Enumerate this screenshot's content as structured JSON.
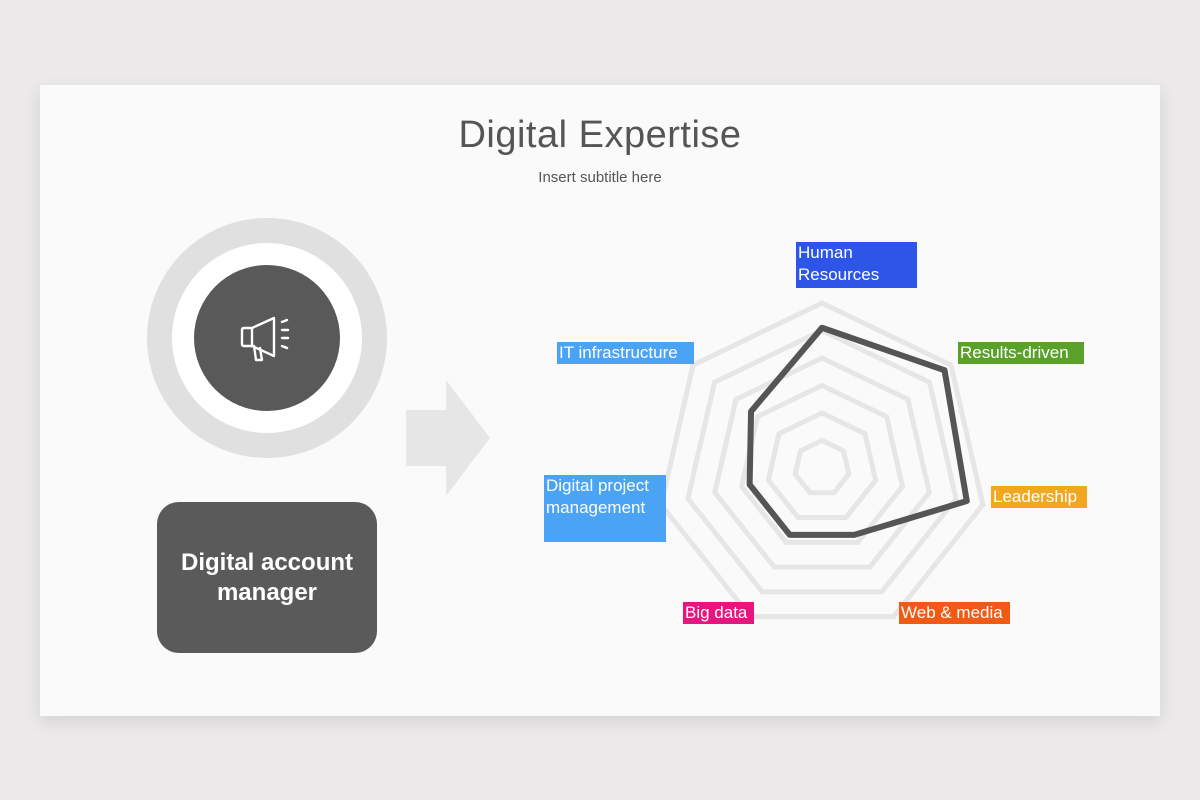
{
  "slide": {
    "title": "Digital Expertise",
    "subtitle": "Insert subtitle here",
    "role_label": "Digital account\nmanager",
    "icon": "megaphone-icon"
  },
  "colors": {
    "human_resources": "#2d55e8",
    "results_driven": "#5aa12a",
    "leadership": "#f0a820",
    "web_media": "#f05a14",
    "big_data": "#e8157e",
    "digital_project": "#4aa3f5",
    "it_infrastructure": "#4aa3f5",
    "series_line": "#555555"
  },
  "chart_data": {
    "type": "radar",
    "categories": [
      "Human Resources",
      "Results-driven",
      "Leadership",
      "Web & media",
      "Big data",
      "Digital project management",
      "IT infrastructure"
    ],
    "series": [
      {
        "values": [
          0.85,
          0.95,
          0.9,
          0.45,
          0.45,
          0.45,
          0.55
        ]
      }
    ],
    "rings": 6,
    "rlim": [
      0,
      1
    ],
    "grid": true
  }
}
